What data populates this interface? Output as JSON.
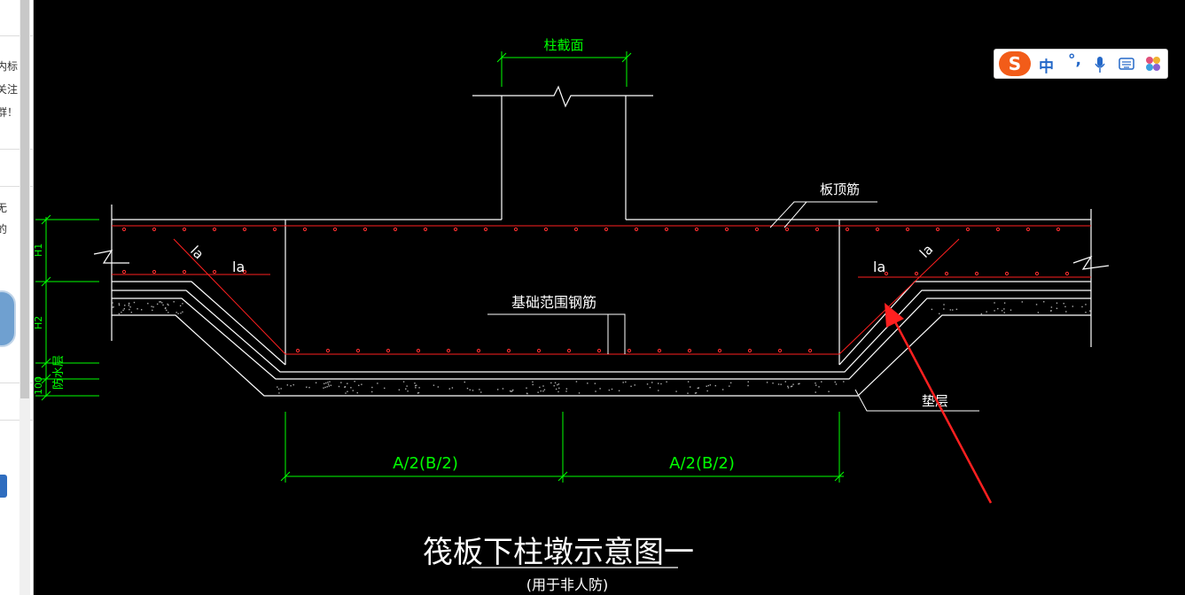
{
  "left_panel": {
    "fragments": [
      "内标",
      "关注",
      "群！",
      "无",
      "的"
    ]
  },
  "ime": {
    "logo": "S",
    "mode_label": "中",
    "punct_label": "°,"
  },
  "drawing": {
    "dim_top": "柱截面",
    "label_top_rebar": "板顶筋",
    "label_base_rebar": "基础范围钢筋",
    "label_cushion": "垫层",
    "label_la": "la",
    "label_h1": "H1",
    "label_h2": "H2",
    "label_waterproof": "防水层",
    "label_100": "100",
    "dim_half": "A/2(B/2)",
    "title": "筏板下柱墩示意图一",
    "subtitle": "(用于非人防)"
  }
}
